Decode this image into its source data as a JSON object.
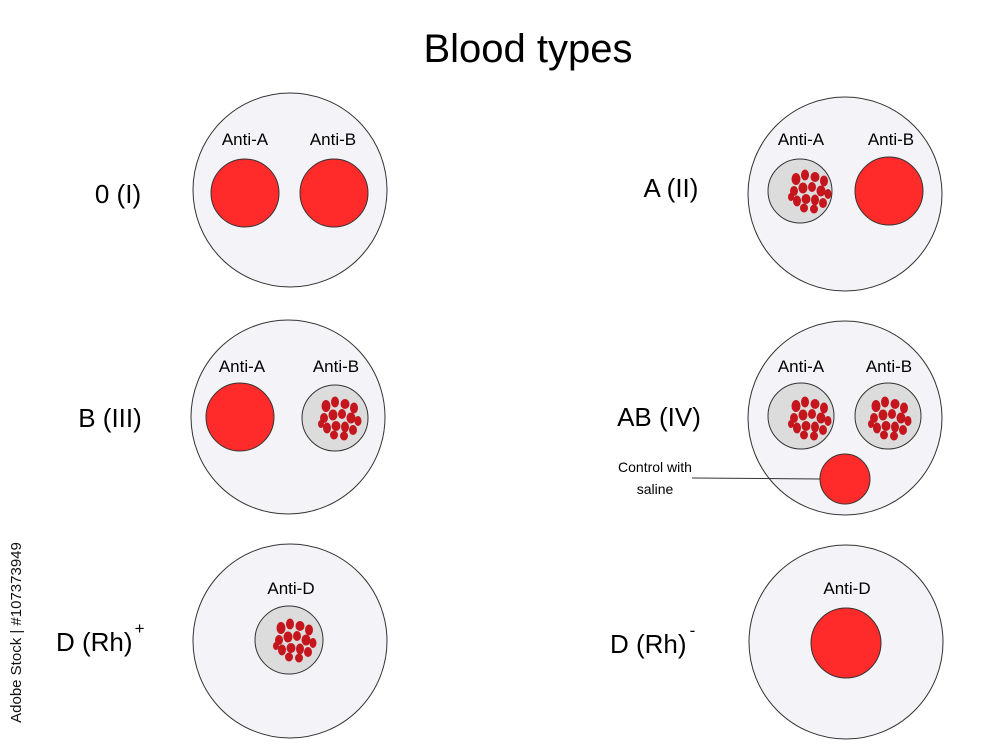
{
  "title": "Blood types",
  "reagents": {
    "anti_a": "Anti-A",
    "anti_b": "Anti-B",
    "anti_d": "Anti-D"
  },
  "groups": {
    "o": "0 (I)",
    "a": "A (II)",
    "b": "B (III)",
    "ab": "AB (IV)",
    "rh_pos": "D (Rh)",
    "rh_pos_sup": "+",
    "rh_neg": "D (Rh)",
    "rh_neg_sup": "-"
  },
  "control": {
    "line1": "Control with",
    "line2": "saline"
  },
  "stock_id": "Adobe Stock | #107373949",
  "colors": {
    "plate": "#f4f4f8",
    "unagglutinated": "#ff2b2b",
    "agglutinated_bg": "#dcdcdc",
    "cell_cluster": "#c4161c",
    "outline": "#333333"
  }
}
